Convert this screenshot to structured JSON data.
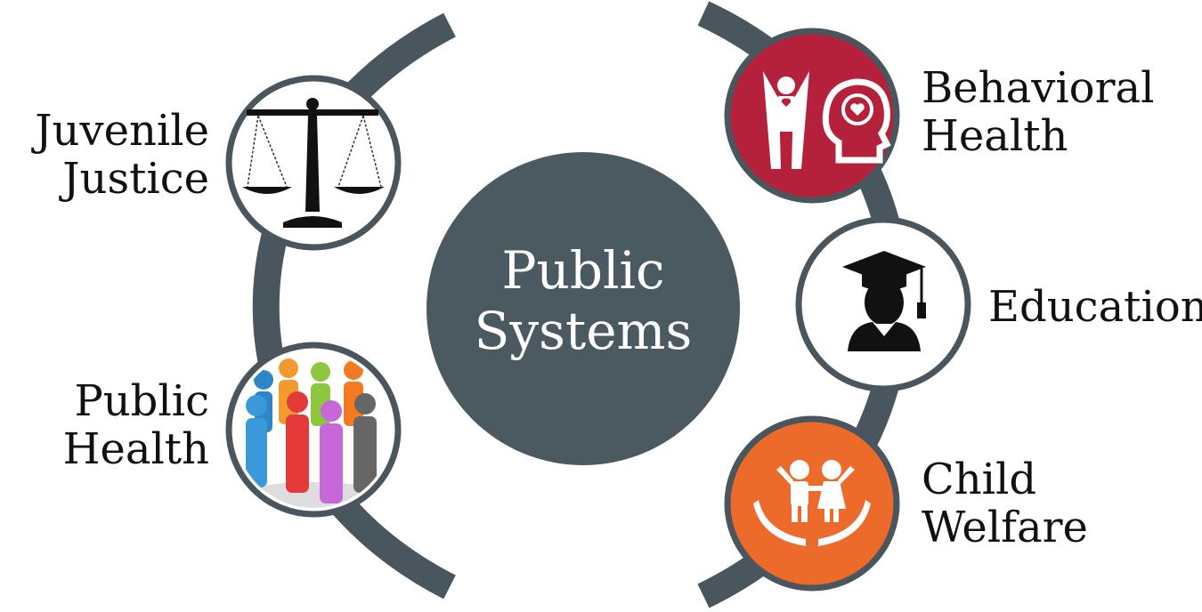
{
  "center": {
    "line1": "Public",
    "line2": "Systems"
  },
  "nodes": {
    "juvenile_justice": {
      "line1": "Juvenile",
      "line2": "Justice",
      "icon": "scales-of-justice-icon"
    },
    "public_health": {
      "line1": "Public",
      "line2": "Health",
      "icon": "crowd-of-people-icon"
    },
    "behavioral_health": {
      "line1": "Behavioral",
      "line2": "Health",
      "icon": "mind-and-body-icon"
    },
    "education": {
      "line1": "Education",
      "icon": "graduate-icon"
    },
    "child_welfare": {
      "line1": "Child",
      "line2": "Welfare",
      "icon": "children-in-hands-icon"
    }
  },
  "colors": {
    "arc": "#4a565e",
    "center_circle": "#4b5961",
    "behavioral_health": "#b5203a",
    "child_welfare": "#ec6a2a",
    "node_border": "#4a565e",
    "text": "#111111"
  }
}
